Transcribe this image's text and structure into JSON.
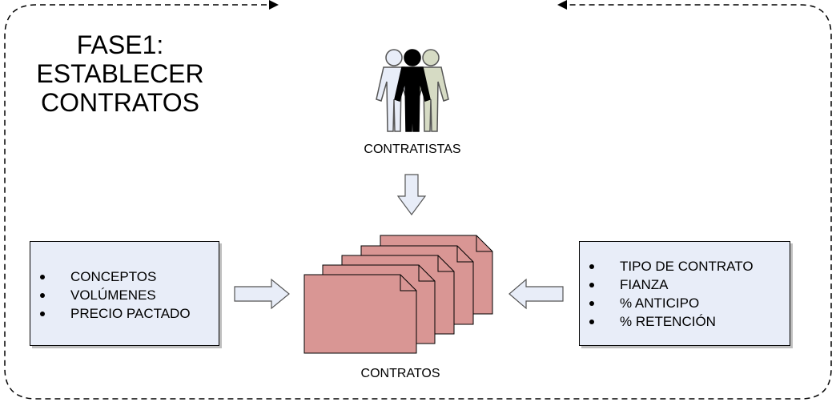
{
  "title": {
    "line1": "FASE1:",
    "line2": "ESTABLECER",
    "line3": "CONTRATOS"
  },
  "contractors": {
    "label": "CONTRATISTAS",
    "icon": "people-group-icon"
  },
  "contracts": {
    "label": "CONTRATOS",
    "icon": "document-stack-icon",
    "color": "#d99694"
  },
  "left_box": {
    "items": [
      "CONCEPTOS",
      "VOLÚMENES",
      "PRECIO PACTADO"
    ]
  },
  "right_box": {
    "items": [
      "TIPO DE CONTRATO",
      "FIANZA",
      "% ANTICIPO",
      "% RETENCIÓN"
    ]
  },
  "colors": {
    "box_fill": "#e8edf8",
    "arrow_fill": "#e8edf8",
    "doc_fill": "#d99694",
    "person_front": "#000000",
    "person_left": "#e8edf8",
    "person_right": "#d6dbc4"
  }
}
